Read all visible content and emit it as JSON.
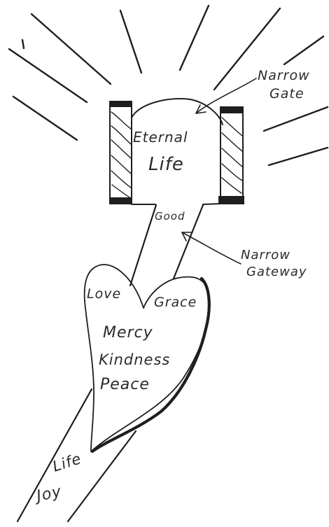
{
  "labels": {
    "eternal": "Eternal",
    "life_top": "Life",
    "narrow": "Narrow",
    "gate": "Gate",
    "good": "Good",
    "narrow2": "Narrow",
    "gateway": "Gateway",
    "love": "Love",
    "grace": "Grace",
    "mercy": "Mercy",
    "kindness": "Kindness",
    "peace": "Peace",
    "life_bottom": "Life",
    "joy": "Joy"
  },
  "colors": {
    "ink": "#1e1e1e",
    "text": "#2b2b2b",
    "background": "#ffffff"
  }
}
